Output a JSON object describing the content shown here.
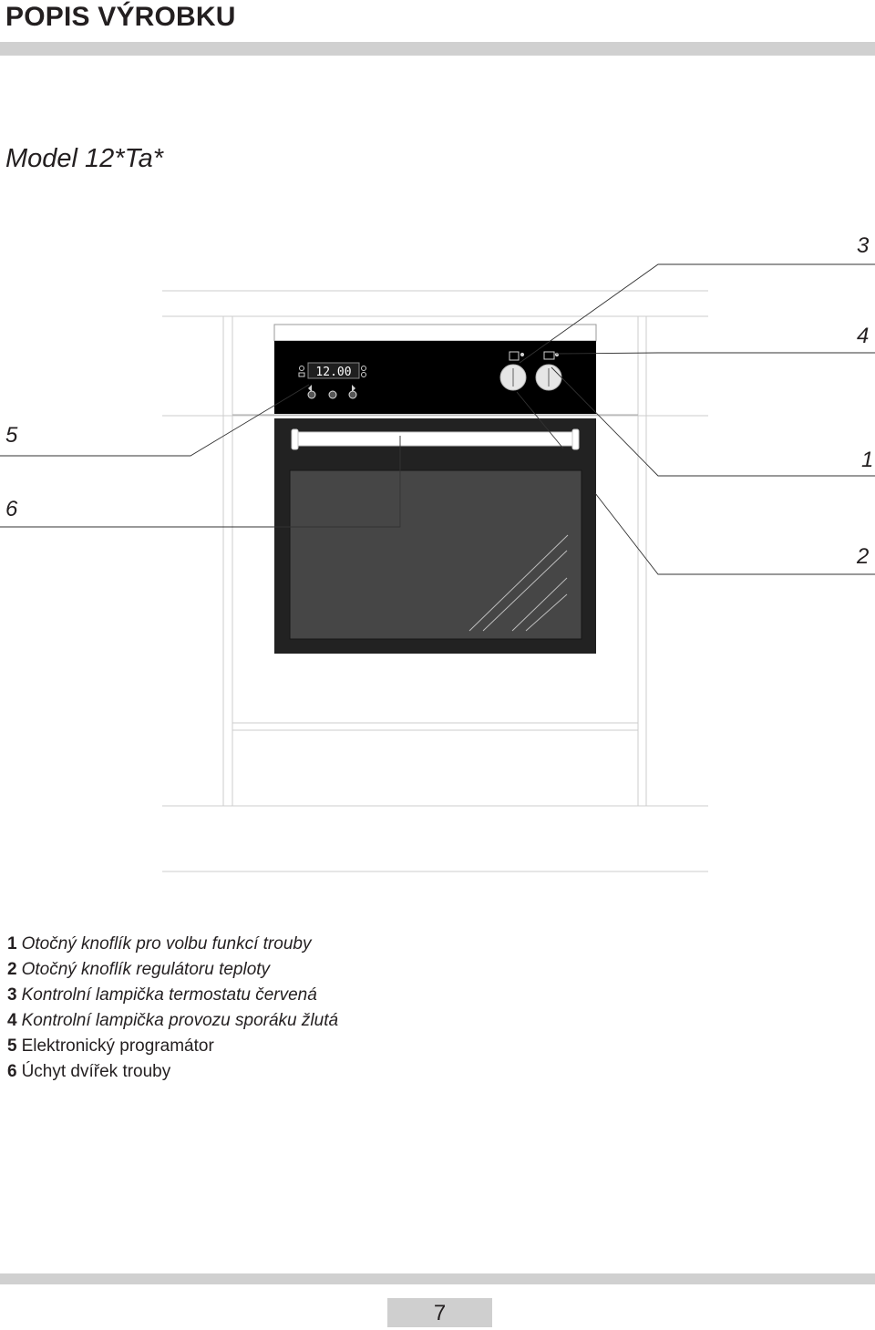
{
  "header": {
    "title": "POPIS VÝROBKU"
  },
  "model": {
    "label": "Model 12*Ta*"
  },
  "display": {
    "time": "12.00"
  },
  "callouts": [
    "1",
    "2",
    "3",
    "4",
    "5",
    "6"
  ],
  "legend": [
    {
      "num": "1",
      "text": "Otočný knoflík pro volbu funkcí trouby"
    },
    {
      "num": "2",
      "text": "Otočný knoflík regulátoru teploty"
    },
    {
      "num": "3",
      "text": "Kontrolní lampička termostatu červená"
    },
    {
      "num": "4",
      "text": "Kontrolní lampička provozu sporáku žlutá"
    },
    {
      "num": "5",
      "text": "Elektronický programátor"
    },
    {
      "num": "6",
      "text": "Úchyt dvířek trouby"
    }
  ],
  "footer": {
    "page": "7"
  }
}
